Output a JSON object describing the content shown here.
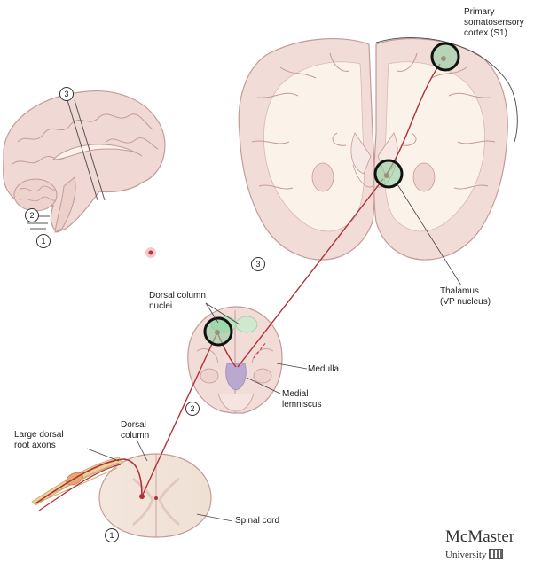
{
  "labels": {
    "s1": "Primary\nsomatosensory\ncortex (S1)",
    "thalamus": "Thalamus\n(VP nucleus)",
    "dorsal_column_nuclei": "Dorsal column\nnuclei",
    "medulla": "Medulla",
    "medial_lemniscus": "Medial\nlemniscus",
    "large_dorsal_root_axons": "Large dorsal\nroot axons",
    "dorsal_column": "Dorsal\ncolumn",
    "spinal_cord": "Spinal cord"
  },
  "markers": {
    "one": "1",
    "two": "2",
    "three": "3"
  },
  "brand": {
    "name": "McMaster",
    "sub": "University"
  },
  "colors": {
    "tissue": "#f2dcd8",
    "tissue_outline": "#c49a97",
    "white_matter": "#fbf3ea",
    "pathway": "#b3303a",
    "highlight": "#8fd1a0",
    "lemniscus": "#b9a9cf"
  }
}
